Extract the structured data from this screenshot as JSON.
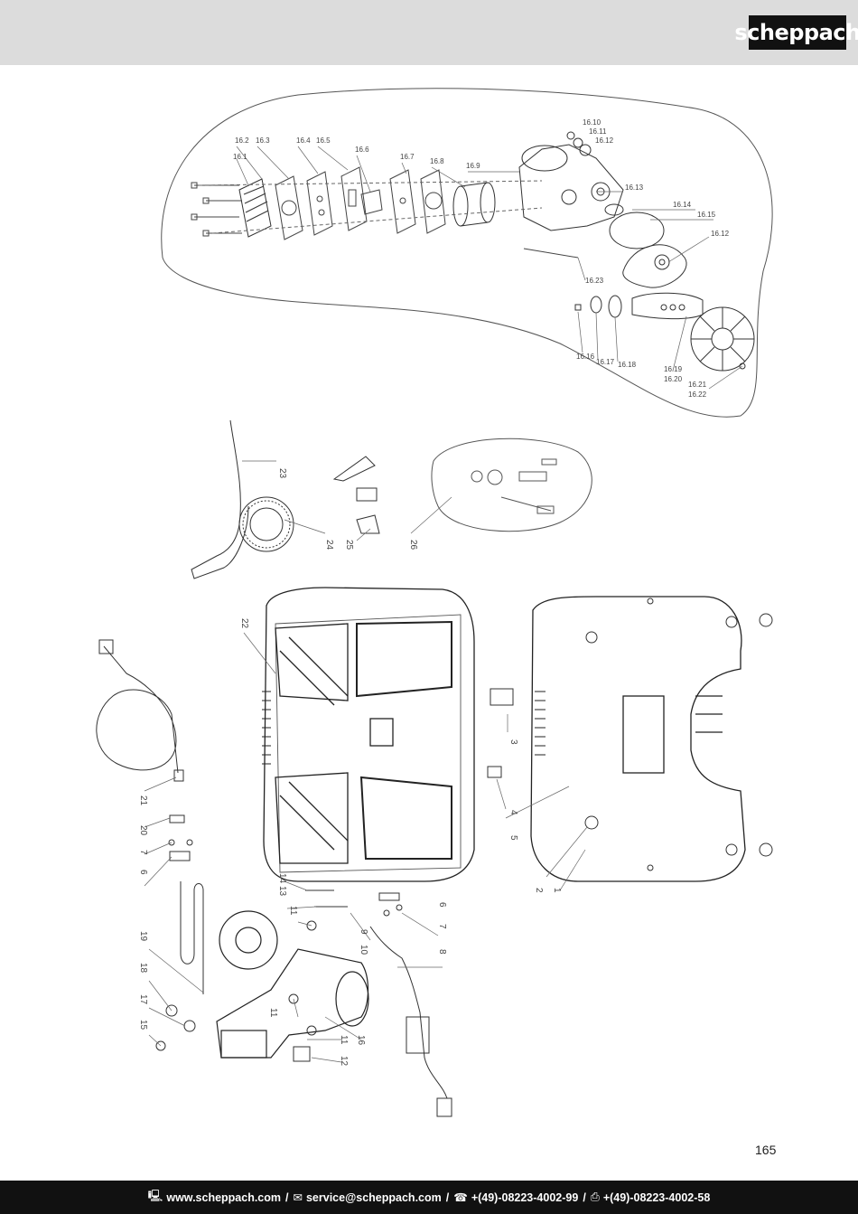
{
  "brand": {
    "logo_text": "scheppach"
  },
  "page_number": "165",
  "footer": {
    "web_icon": "computer-icon",
    "web": "www.scheppach.com",
    "mail_icon": "envelope-icon",
    "mail": "service@scheppach.com",
    "phone_icon": "phone-icon",
    "phone": "+(49)-08223-4002-99",
    "fax_icon": "fax-icon",
    "fax": "+(49)-08223-4002-58",
    "separator": "/"
  },
  "callouts_pump": {
    "c16_1": "16.1",
    "c16_2": "16.2",
    "c16_3": "16.3",
    "c16_4": "16.4",
    "c16_5": "16.5",
    "c16_6": "16.6",
    "c16_7": "16.7",
    "c16_8": "16.8",
    "c16_9": "16.9",
    "c16_10": "16.10",
    "c16_11": "16.11",
    "c16_12a": "16.12",
    "c16_13": "16.13",
    "c16_14": "16.14",
    "c16_15": "16.15",
    "c16_12b": "16.12",
    "c16_23": "16.23",
    "c16_16": "16.16",
    "c16_17": "16.17",
    "c16_18": "16.18",
    "c16_19": "16.19",
    "c16_20": "16.20",
    "c16_21": "16.21",
    "c16_22": "16.22"
  },
  "callouts_accessories": {
    "c23": "23",
    "c24": "24",
    "c25": "25",
    "c26": "26"
  },
  "callouts_main": {
    "c22": "22",
    "c3": "3",
    "c4": "4",
    "c5": "5",
    "c2": "2",
    "c1": "1",
    "c21": "21",
    "c20": "20",
    "c7a": "7",
    "c6a": "6",
    "c14": "14",
    "c13": "13",
    "c6b": "6",
    "c7b": "7",
    "c8": "8",
    "c9": "9",
    "c10": "10",
    "c11a": "11",
    "c19": "19",
    "c18": "18",
    "c17": "17",
    "c15": "15",
    "c11b": "11",
    "c11c": "11",
    "c16": "16",
    "c12": "12"
  }
}
